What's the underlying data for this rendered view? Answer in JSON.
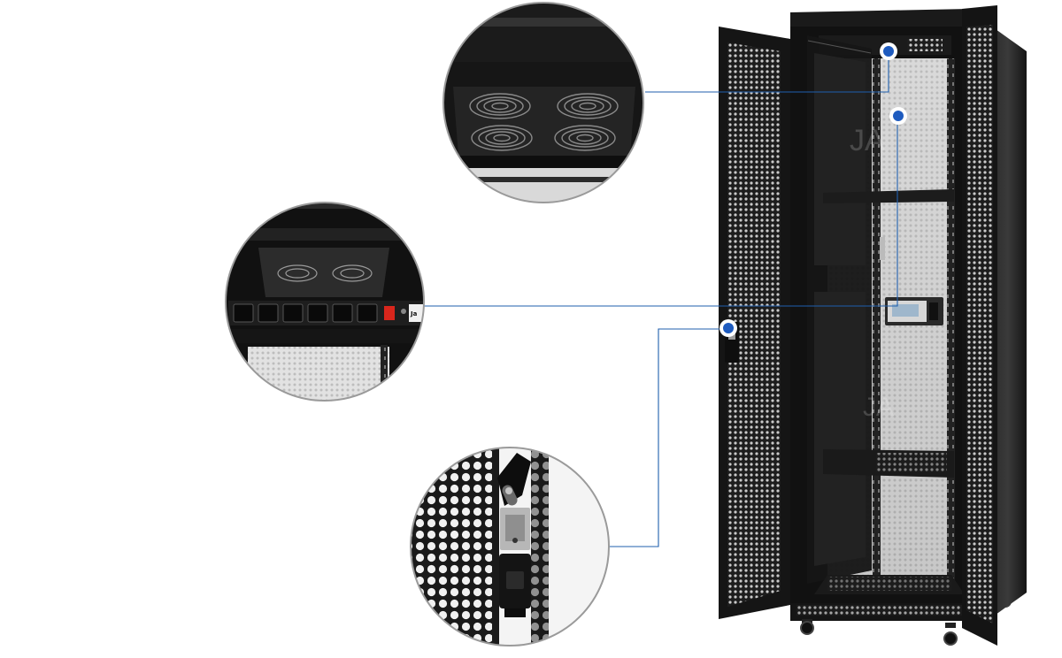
{
  "product": {
    "name": "server-rack-cabinet",
    "description_visible": false
  },
  "colors": {
    "callout_line": "#1f5fae",
    "marker_fill": "#1e5bbf",
    "marker_ring": "#ffffff",
    "cabinet_dark": "#141414",
    "cabinet_mid": "#262626",
    "mesh_light": "#d9d9d9",
    "circle_border": "#9a9a9a",
    "power_switch": "#d9261c",
    "background": "#ffffff"
  },
  "callouts": [
    {
      "id": "top-fan-panel",
      "subject": "fan-tray-icon"
    },
    {
      "id": "power-distribution-unit",
      "subject": "power-strip-icon"
    },
    {
      "id": "door-handle-lock",
      "subject": "handle-lock-icon"
    }
  ],
  "detail_labels": {
    "pdu_badge": "Ja"
  },
  "watermark": {
    "text": "JA"
  }
}
